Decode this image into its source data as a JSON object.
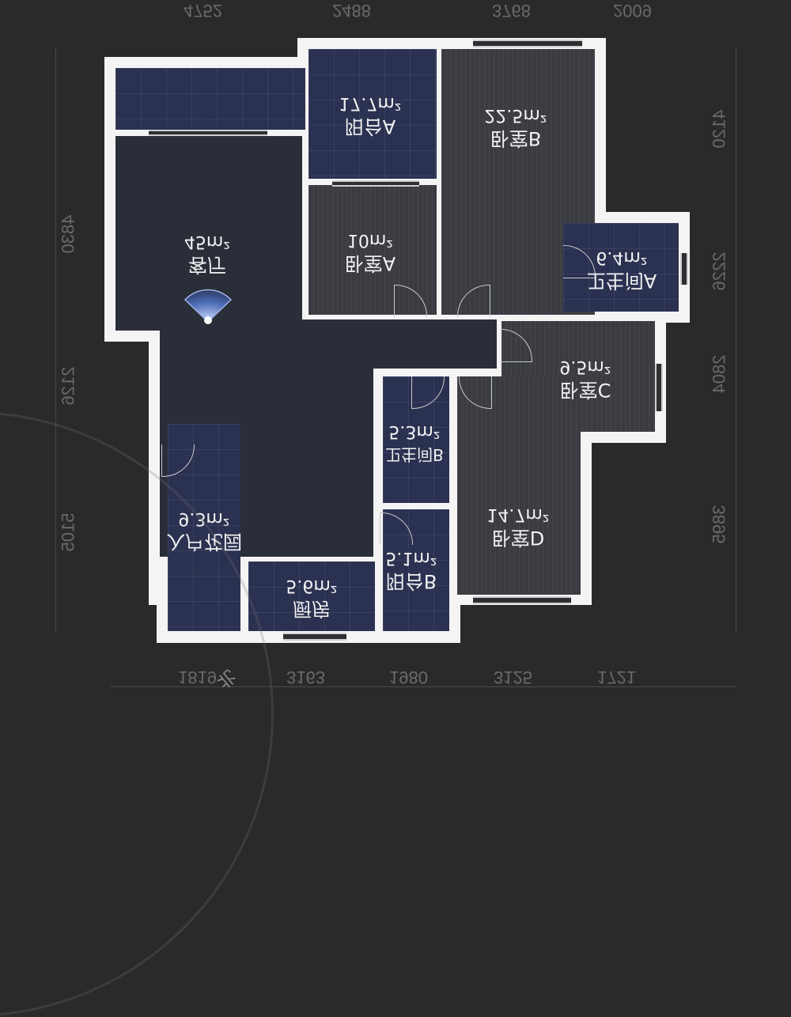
{
  "plan": {
    "orientation": "vertically-flipped",
    "rooms": [
      {
        "id": "living",
        "name": "客厅",
        "area": "45m²"
      },
      {
        "id": "balcony-a",
        "name": "阳台A",
        "area": "17.7m²"
      },
      {
        "id": "bedroom-b",
        "name": "卧室B",
        "area": "22.5m²"
      },
      {
        "id": "bedroom-a",
        "name": "卧室A",
        "area": "10m²"
      },
      {
        "id": "bathroom-a",
        "name": "卫生间A",
        "area": "6.4m²"
      },
      {
        "id": "bedroom-c",
        "name": "卧室C",
        "area": "9.5m²"
      },
      {
        "id": "bathroom-b",
        "name": "卫生间B",
        "area": "5.3m²"
      },
      {
        "id": "entry-garden",
        "name": "入户花园",
        "area": "9.3m²"
      },
      {
        "id": "kitchen",
        "name": "厨房",
        "area": "5.6m²"
      },
      {
        "id": "balcony-b",
        "name": "阳台B",
        "area": "5.1m²"
      },
      {
        "id": "bedroom-d",
        "name": "卧室D",
        "area": "14.7m²"
      }
    ],
    "dimensions": {
      "top": [
        "4752",
        "2488",
        "3768",
        "2009"
      ],
      "bottom": [
        "1819",
        "3163",
        "1980",
        "3125",
        "1721"
      ],
      "left": [
        "4830",
        "2126",
        "5105"
      ],
      "right": [
        "4120",
        "2226",
        "2804",
        "3895"
      ]
    },
    "compass": {
      "label": "北"
    },
    "colors": {
      "background": "#2a2a2b",
      "wall": "#f4f4f4",
      "tile": "#2b3150",
      "wood": "#3a3c42",
      "text": "#f2f2f2",
      "dimension": "#6a6a6a"
    }
  }
}
